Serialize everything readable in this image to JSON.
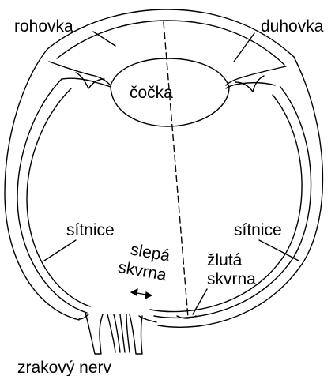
{
  "diagram": {
    "colors": {
      "stroke": "#000000",
      "background": "#ffffff"
    },
    "labels": {
      "cornea": "rohovka",
      "iris": "duhovka",
      "lens": "čočka",
      "retina_left": "sítnice",
      "retina_right": "sítnice",
      "blind_spot_line1": "slepá",
      "blind_spot_line2": "skvrna",
      "yellow_spot_line1": "žlutá",
      "yellow_spot_line2": "skvrna",
      "optic_nerve": "zrakový nerv"
    }
  }
}
